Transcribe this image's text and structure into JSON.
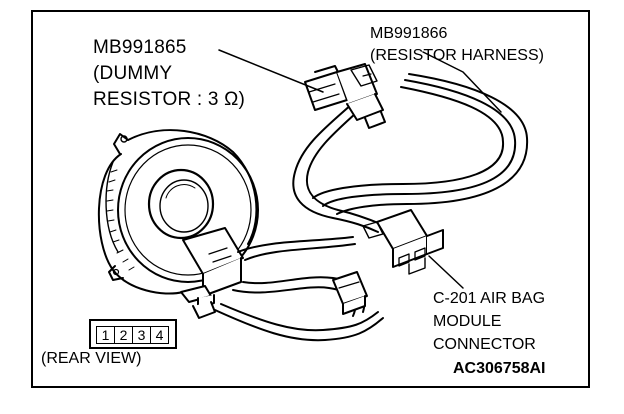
{
  "figure": {
    "dummy_resistor": {
      "part_number": "MB991865",
      "line2": "(DUMMY",
      "line3": "RESISTOR : 3 Ω)"
    },
    "resistor_harness": {
      "part_number": "MB991866",
      "line2": "(RESISTOR HARNESS)"
    },
    "connector_label": {
      "line1": "C-201 AIR BAG",
      "line2": "MODULE",
      "line3": "CONNECTOR"
    },
    "rear_view": {
      "pins": [
        "1",
        "2",
        "3",
        "4"
      ],
      "caption": "(REAR VIEW)"
    },
    "figure_code": "AC306758AI"
  }
}
